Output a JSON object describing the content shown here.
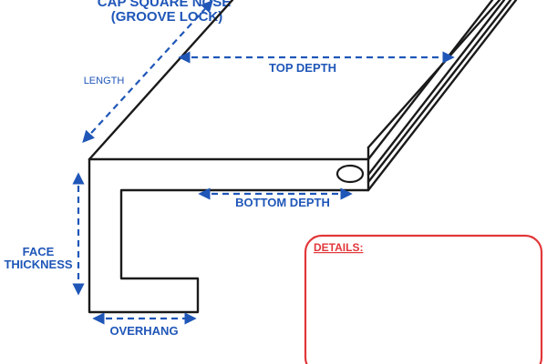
{
  "title": {
    "line1": "CAP SQUARE NOSE",
    "line2": "(GROOVE LOCK)"
  },
  "labels": {
    "length": "LENGTH",
    "top_depth": "TOP DEPTH",
    "bottom_depth": "BOTTOM DEPTH",
    "face_thickness_line1": "FACE",
    "face_thickness_line2": "THICKNESS",
    "overhang": "OVERHANG"
  },
  "details": {
    "heading": "DETAILS:",
    "body": ""
  },
  "colors": {
    "dimension_blue": "#1f56b8",
    "details_red": "#e2373a",
    "outline": "#1a1a1a"
  }
}
